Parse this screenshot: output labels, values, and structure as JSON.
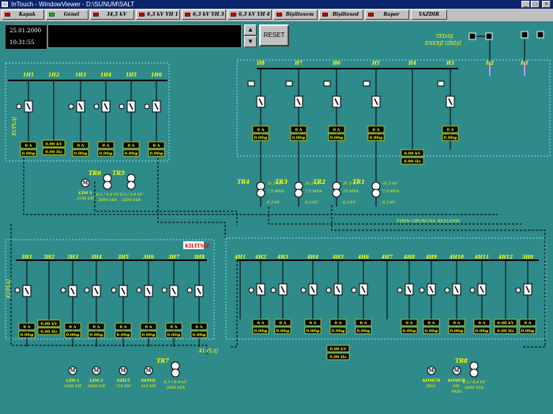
{
  "window": {
    "title": "InTouch - WindowViewer - D:\\SUNUM\\SALT"
  },
  "toolbar": {
    "buttons": [
      {
        "label": "Kapak",
        "led": "red"
      },
      {
        "label": "Genel",
        "led": "green"
      },
      {
        "label": "34,5 kV",
        "led": "red"
      },
      {
        "label": "6,3 kV YH 1",
        "led": "red"
      },
      {
        "label": "6,3 kV YH 3",
        "led": "red"
      },
      {
        "label": "6,3 kV YH 4",
        "led": "red"
      },
      {
        "label": "Bişiltesem",
        "led": "red"
      },
      {
        "label": "Bişiltesed",
        "led": "red"
      },
      {
        "label": "Rapor",
        "led": "red"
      },
      {
        "label": "YAZDIR",
        "led": "none"
      }
    ]
  },
  "status": {
    "date": "25.01.2000",
    "time": "10:31:55",
    "reset_label": "RESET",
    "up_arrow": "▲",
    "down_arrow": "▼"
  },
  "labels": {
    "tedas": "TEDAŞ",
    "enerji": "ENERJİ GİRİŞİ",
    "firin": "FIRIN GRUBUNA BESLEME",
    "kilitsiz": "KİLİTSİZ",
    "kuplaj_top": "KUPLAJ",
    "kuplaj_left": "KUPLAJ",
    "kuplaj_bottom": "KUPLAJ",
    "meter_a": "0 A",
    "meter_pf": "0.00φ",
    "meter_kv": "0.00 kV",
    "meter_hz": "0.00 Hz"
  },
  "top_left_bus": {
    "feeders": [
      "1H1",
      "1H2",
      "1H3",
      "1H4",
      "1H5",
      "1H6"
    ]
  },
  "top_right_bus": {
    "feeders": [
      "H8",
      "H7",
      "H6",
      "H5",
      "H4",
      "H3",
      "H2",
      "H1"
    ]
  },
  "bottom_left_bus": {
    "feeders": [
      "3H1",
      "3H2",
      "3H3",
      "3H4",
      "3H5",
      "3H6",
      "3H7",
      "3H8"
    ]
  },
  "bottom_right_bus": {
    "feeders": [
      "4H1",
      "4H2",
      "4H3",
      "4H4",
      "4H5",
      "4H6",
      "4H7",
      "4H8",
      "4H9",
      "4H10",
      "4H11",
      "4H12",
      "3H0"
    ]
  },
  "transformers_main": [
    {
      "name": "TR4",
      "l1": "31,5 kV",
      "l2": "7,5 MVA",
      "l3": "6,3 kV"
    },
    {
      "name": "TR3",
      "l1": "31,5 kV",
      "l2": "7,5 MVA",
      "l3": "6,3 kV"
    },
    {
      "name": "TR2",
      "l1": "31,5 kV",
      "l2": "25 MVA",
      "l3": "6,3 kV"
    },
    {
      "name": "TR1",
      "l1": "31,5 kV",
      "l2": "7,5 MVA",
      "l3": "6,3 kV"
    }
  ],
  "transformers_small": [
    {
      "name": "TR6",
      "l1": "6,3 / 0,4 kV",
      "l2": "2000 kVA"
    },
    {
      "name": "TR5",
      "l1": "6,3 / 0,4 kV",
      "l2": "2500 kVA"
    },
    {
      "name": "TR7",
      "l1": "6,3 / 0,4 kV",
      "l2": "2000 kVA"
    },
    {
      "name": "TR8",
      "l1": "6,3 / 0,4 kV",
      "l2": "2000 kVA"
    }
  ],
  "motors": [
    {
      "l1": "ÇİM 3",
      "l2": "3150 kW"
    },
    {
      "l1": "ÇİM 1",
      "l2": "1650 kW"
    },
    {
      "l1": "ÇİM 2",
      "l2": "1650 kW"
    },
    {
      "l1": "EZİCİ",
      "l2": "720 kW"
    },
    {
      "l1": "SEPOL",
      "l2": "315 kW"
    },
    {
      "l1": "KÖMÜR",
      "l2": "DEĞ."
    },
    {
      "l1": "KÖMÜR",
      "l2": "SİS.",
      "l3": "FANI"
    }
  ],
  "colors": {
    "background": "#2f8a8a",
    "bus_line": "#000000",
    "label_yellow": "#ffff00",
    "panel_border": "#80d8ff",
    "kilitsiz_red": "#e00000",
    "meter_bg": "#000000"
  }
}
